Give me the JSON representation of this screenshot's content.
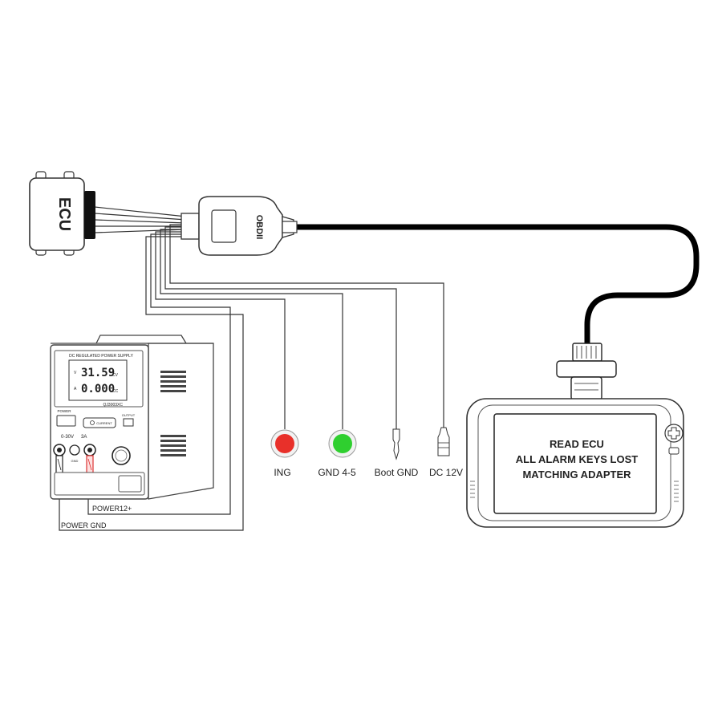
{
  "ecu": {
    "label": "ECU"
  },
  "obd": {
    "label": "OBDII"
  },
  "power_supply": {
    "panel_title": "DC REGULATED POWER SUPPLY",
    "voltage_unit": "V",
    "voltage_value": "31.59",
    "voltage_mode": "CV",
    "current_unit": "A",
    "current_value": "0.000",
    "current_mode": "CC",
    "model": "QJ3003XC",
    "power_label": "POWER",
    "current_button": "CURRENT",
    "output_label": "OUTPUT",
    "range_voltage": "0-30V",
    "range_current": "3A",
    "gnd_label": "GND"
  },
  "wire_labels": {
    "power_positive": "POWER12+",
    "power_gnd": "POWER GND"
  },
  "connectors": [
    {
      "label": "ING",
      "color": "#e8302a"
    },
    {
      "label": "GND 4-5",
      "color": "#2fcf2f"
    },
    {
      "label": "Boot GND"
    },
    {
      "label": "DC 12V"
    }
  ],
  "tablet": {
    "line1": "READ ECU",
    "line2": "ALL ALARM KEYS LOST",
    "line3": "MATCHING ADAPTER"
  }
}
